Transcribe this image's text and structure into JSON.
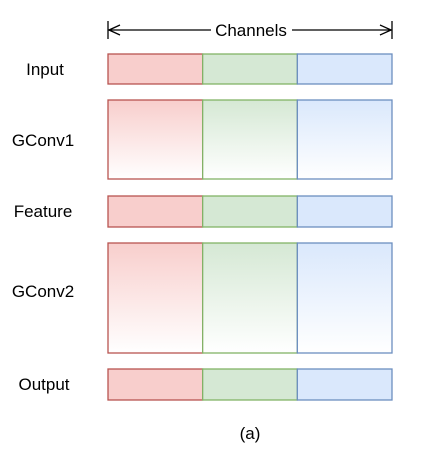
{
  "header": {
    "axis_label": "Channels"
  },
  "rows": [
    {
      "label": "Input",
      "style": "solid"
    },
    {
      "label": "GConv1",
      "style": "gradient"
    },
    {
      "label": "Feature",
      "style": "solid"
    },
    {
      "label": "GConv2",
      "style": "gradient"
    },
    {
      "label": "Output",
      "style": "solid"
    }
  ],
  "channel_groups": [
    {
      "fill": "#f8cecc",
      "stroke": "#b85450"
    },
    {
      "fill": "#d5e8d4",
      "stroke": "#82b366"
    },
    {
      "fill": "#dae8fc",
      "stroke": "#6c8ebf"
    }
  ],
  "caption": "(a)"
}
